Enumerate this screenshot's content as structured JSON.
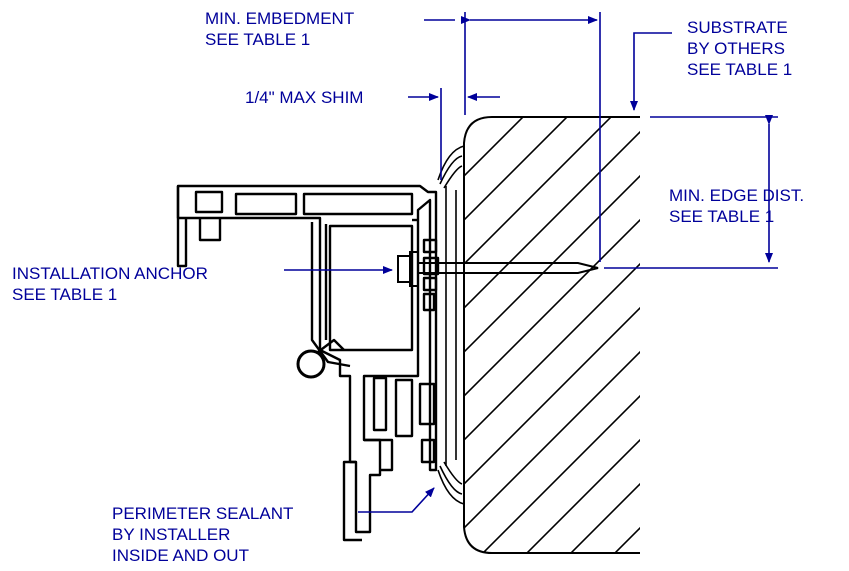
{
  "labels": {
    "min_embedment": [
      "MIN. EMBEDMENT",
      "SEE TABLE 1"
    ],
    "substrate": [
      "SUBSTRATE",
      "BY OTHERS",
      "SEE TABLE 1"
    ],
    "max_shim": [
      "1/4\"  MAX SHIM"
    ],
    "min_edge_dist": [
      "MIN. EDGE DIST.",
      "SEE TABLE 1"
    ],
    "installation_anchor": [
      "INSTALLATION ANCHOR",
      "SEE TABLE 1"
    ],
    "perimeter_sealant": [
      "PERIMETER SEALANT",
      "BY INSTALLER",
      "INSIDE AND OUT"
    ]
  },
  "colors": {
    "annotation": "#00009a",
    "linework": "#000000",
    "background": "#ffffff"
  }
}
